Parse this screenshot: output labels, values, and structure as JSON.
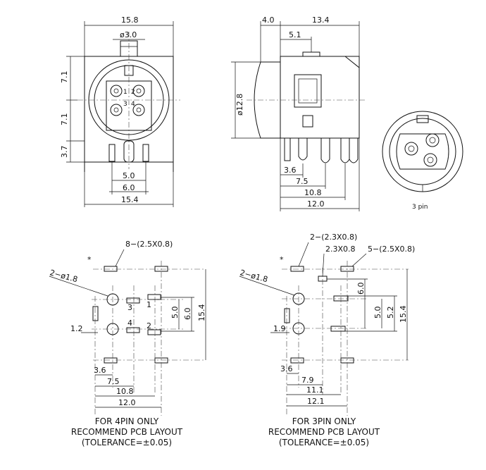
{
  "front_view": {
    "width_top": "15.8",
    "hole_dia": "ø3.0",
    "height_upper": "7.1",
    "height_lower": "7.1",
    "height_pins": "3.7",
    "pin_spacing_inner": "5.0",
    "pin_spacing_outer": "6.0",
    "width_bottom": "15.4",
    "pin_labels": [
      "1",
      "2",
      "3",
      "4"
    ]
  },
  "side_view": {
    "offset_back": "4.0",
    "body_length": "13.4",
    "offset_tab": "5.1",
    "diameter": "ø12.8",
    "pin_1": "3.6",
    "pin_2": "7.5",
    "pin_3": "10.8",
    "pin_4": "12.0"
  },
  "pin3_view": {
    "label": "3 pin"
  },
  "layout_4pin": {
    "marker": "*",
    "pad_callout": "8−(2.5X0.8)",
    "hole_callout": "2−ø1.8",
    "dim_5": "5.0",
    "dim_6": "6.0",
    "dim_15": "15.4",
    "dim_left": "1.2",
    "dim_36": "3.6",
    "dim_75": "7.5",
    "dim_108": "10.8",
    "dim_120": "12.0",
    "pin_labels": [
      "3",
      "1",
      "4",
      "2"
    ],
    "caption": [
      "FOR 4PIN ONLY",
      "RECOMMEND PCB LAYOUT",
      "(TOLERANCE=±0.05)"
    ]
  },
  "layout_3pin": {
    "marker": "*",
    "pad_callout_a": "2−(2.3X0.8)",
    "pad_callout_b": "2.3X0.8",
    "pad_callout_c": "5−(2.5X0.8)",
    "hole_callout": "2−ø1.8",
    "dim_6": "6.0",
    "dim_5": "5.0",
    "dim_52": "5.2",
    "dim_15": "15.4",
    "dim_left": "1.9",
    "dim_36": "3.6",
    "dim_79": "7.9",
    "dim_111": "11.1",
    "dim_121": "12.1",
    "caption": [
      "FOR 3PIN ONLY",
      "RECOMMEND PCB LAYOUT",
      "(TOLERANCE=±0.05)"
    ]
  }
}
